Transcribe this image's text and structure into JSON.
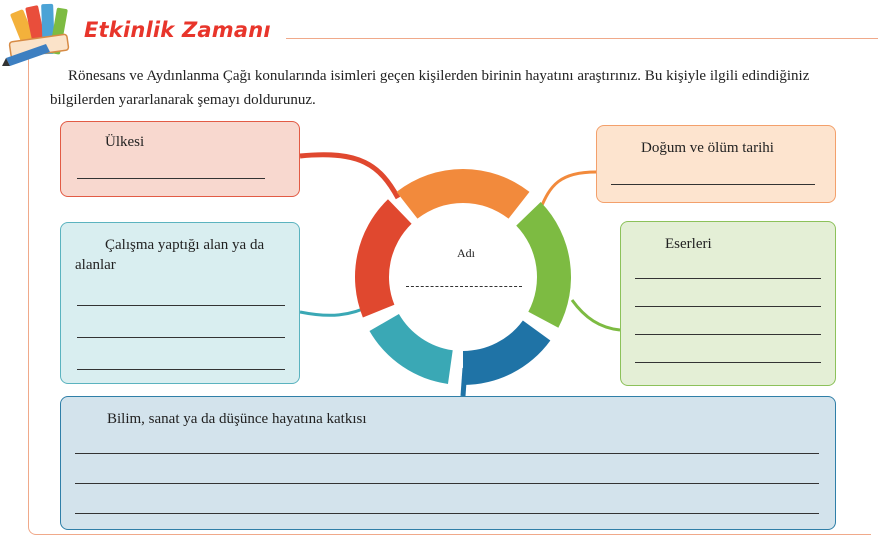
{
  "header": {
    "title": "Etkinlik Zamanı"
  },
  "instructions": "Rönesans ve Aydınlanma Çağı konularında isimleri geçen kişilerden birinin hayatını araştırınız. Bu kişiyle ilgili edindiğiniz bilgilerden yararlanarak şemayı doldurunuz.",
  "diagram": {
    "center_label": "Adı",
    "boxes": {
      "ulkesi": "Ülkesi",
      "dogum": "Doğum ve ölüm tarihi",
      "calisma": "Çalışma yaptığı alan ya da alanlar",
      "eserleri": "Eserleri",
      "katkisi": "Bilim, sanat ya da düşünce hayatına katkısı"
    }
  },
  "colors": {
    "title": "#e8352b",
    "frame": "#f0a98a",
    "ring_red": "#e0482f",
    "ring_orange": "#f28a3c",
    "ring_green": "#7dbb42",
    "ring_blue": "#1f73a6",
    "ring_teal": "#3aa8b5"
  }
}
